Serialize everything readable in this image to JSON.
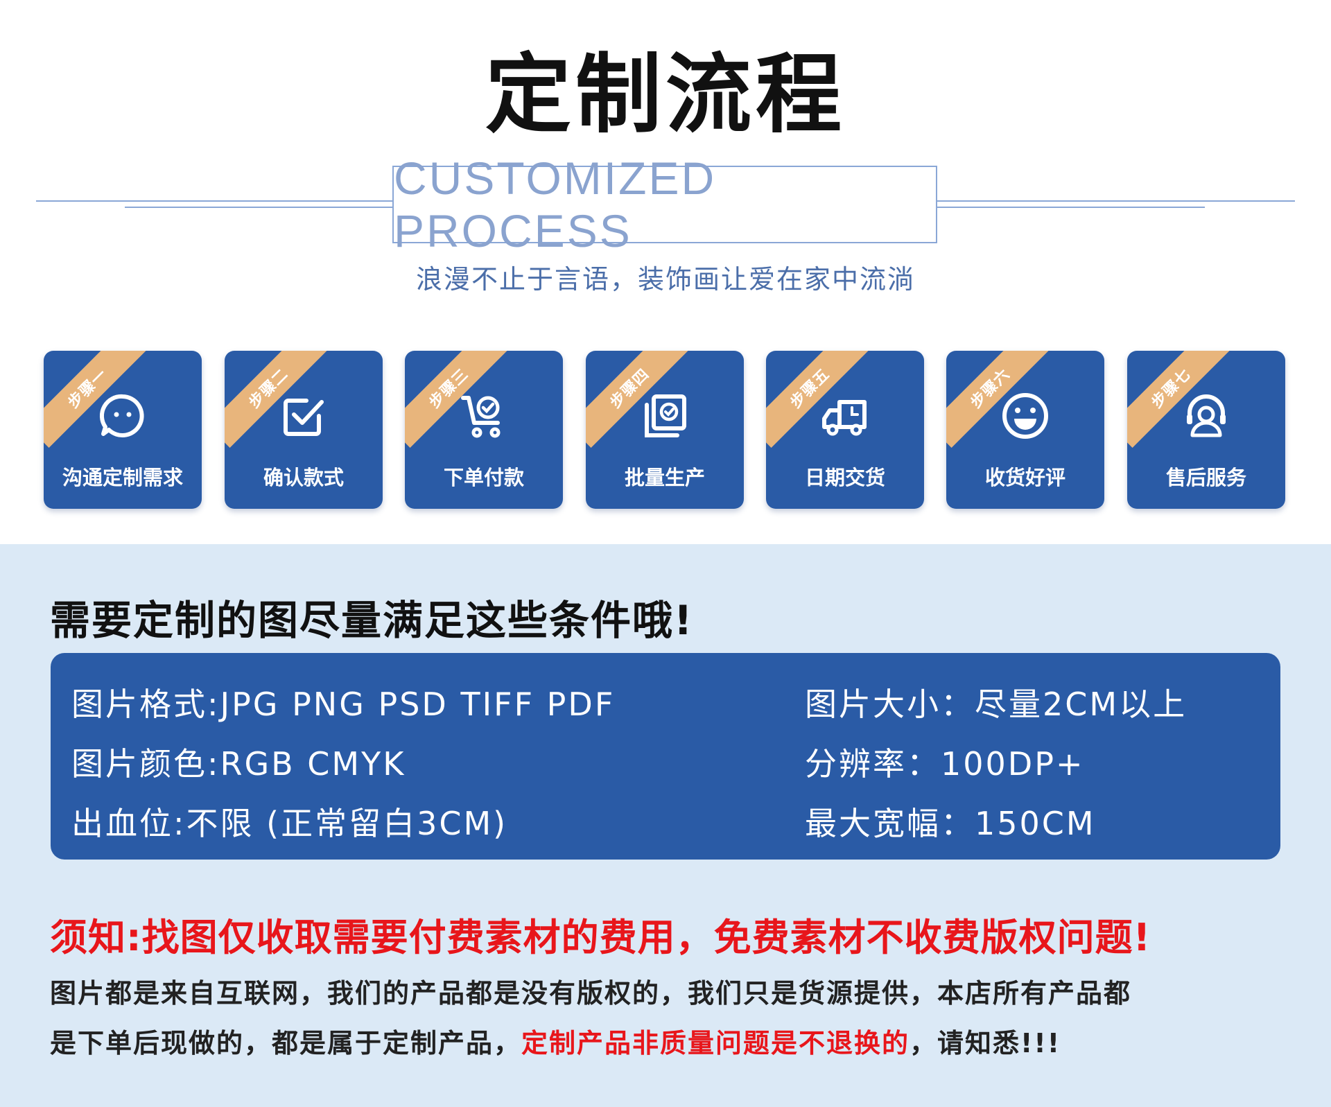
{
  "header": {
    "title": "定制流程",
    "en_title": "CUSTOMIZED PROCESS",
    "subtitle": "浪漫不止于言语，装饰画让爱在家中流淌"
  },
  "colors": {
    "brand_blue": "#2a5ba6",
    "ribbon_orange": "#e8b57c",
    "accent_red": "#e8161b",
    "light_bg": "#dbe9f6",
    "line_blue": "#8aa7d6"
  },
  "steps": [
    {
      "tag": "步骤一",
      "label": "沟通定制需求",
      "icon": "chat-bubble-icon"
    },
    {
      "tag": "步骤二",
      "label": "确认款式",
      "icon": "checkbox-icon"
    },
    {
      "tag": "步骤三",
      "label": "下单付款",
      "icon": "cart-check-icon"
    },
    {
      "tag": "步骤四",
      "label": "批量生产",
      "icon": "stacked-docs-icon"
    },
    {
      "tag": "步骤五",
      "label": "日期交货",
      "icon": "delivery-truck-icon"
    },
    {
      "tag": "步骤六",
      "label": "收货好评",
      "icon": "smiley-icon"
    },
    {
      "tag": "步骤七",
      "label": "售后服务",
      "icon": "headset-icon"
    }
  ],
  "requirements": {
    "title": "需要定制的图尽量满足这些条件哦!",
    "format": "图片格式:JPG PNG PSD TIFF PDF",
    "color": "图片颜色:RGB CMYK",
    "bleed": "出血位:不限  (正常留白3CM)",
    "size": "图片大小：尽量2CM以上",
    "resolution": "分辨率：100DP+",
    "max_width": "最大宽幅：150CM"
  },
  "notice": {
    "headline": "须知:找图仅收取需要付费素材的费用，免费素材不收费版权问题!",
    "line1": "图片都是来自互联网，我们的产品都是没有版权的，我们只是货源提供，本店所有产品都",
    "line2_a": "是下单后现做的，都是属于定制产品，",
    "line2_red": "定制产品非质量问题是不退换的",
    "line2_b": "，请知悉!!!"
  }
}
